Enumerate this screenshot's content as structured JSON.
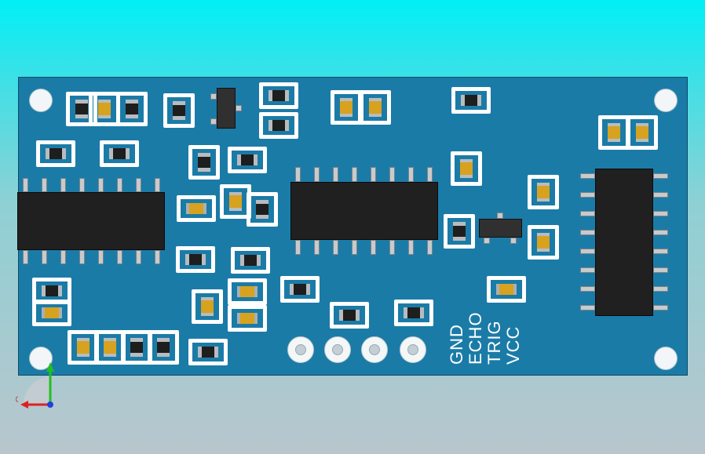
{
  "board": {
    "pin_labels": [
      "GND",
      "ECHO",
      "TRIG",
      "VCC"
    ]
  },
  "triad": {
    "x_axis_label": "X"
  },
  "colors": {
    "background_top": "#00f0f6",
    "background_bottom": "#b8c6cd",
    "pcb": "#1b7ba7",
    "silkscreen": "#ffffff",
    "resistor": "#1e1e1e",
    "capacitor": "#d7a21f",
    "ic_body": "#202020",
    "axis_x": "#e02020",
    "axis_y": "#20c020",
    "axis_z": "#2040e0"
  }
}
